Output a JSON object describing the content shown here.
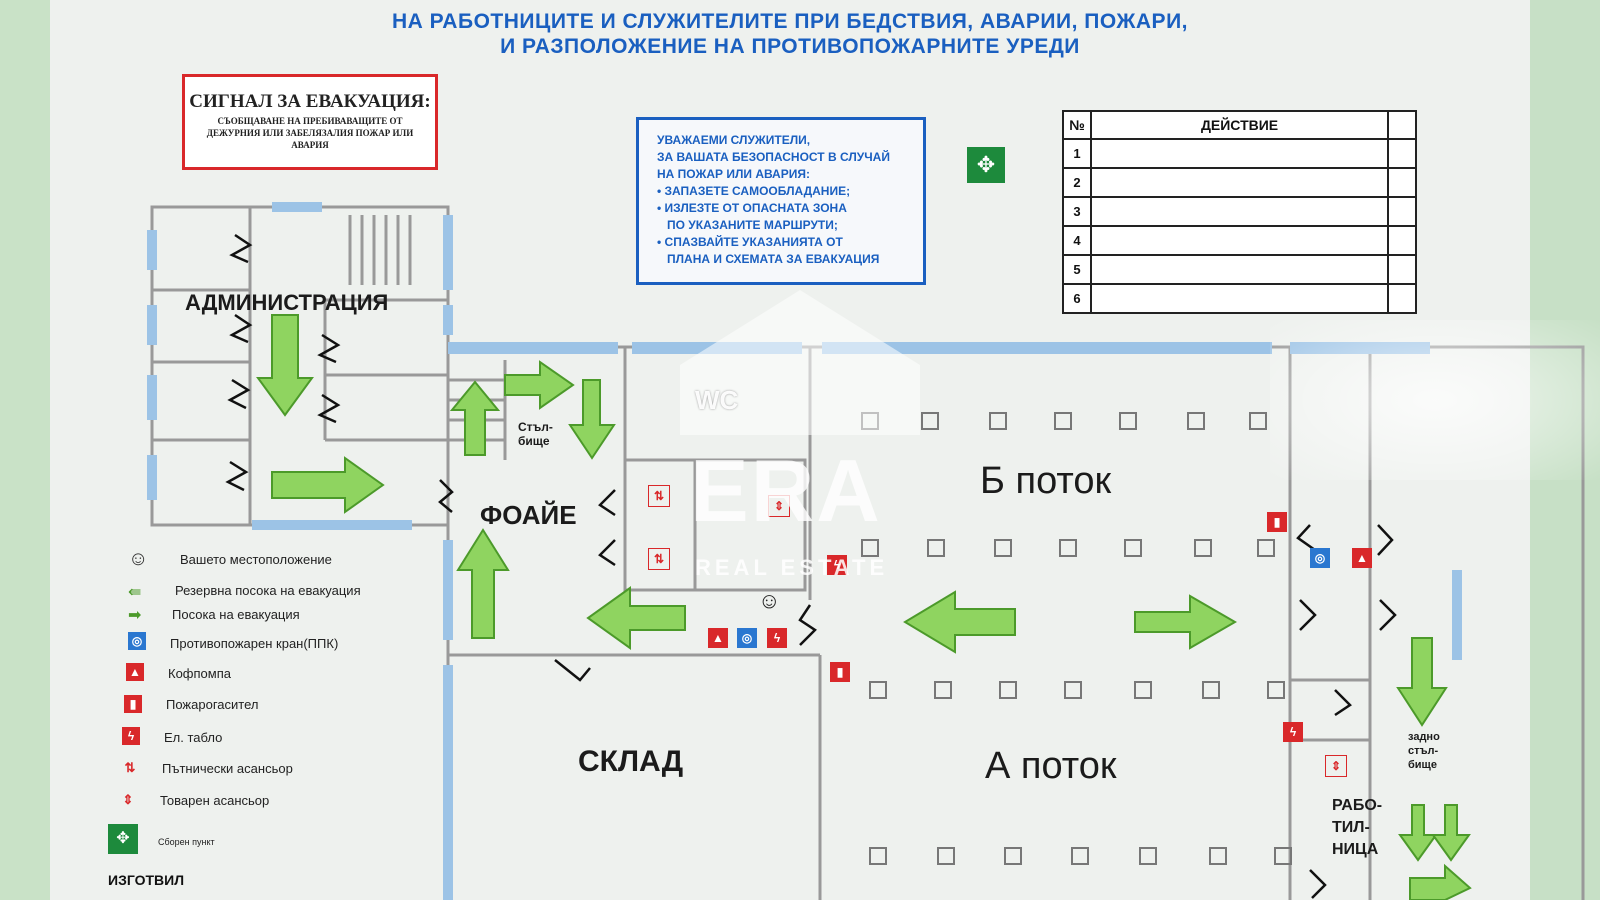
{
  "header": {
    "line1": "НА РАБОТНИЦИТЕ И СЛУЖИТЕЛИТЕ ПРИ БЕДСТВИЯ, АВАРИИ, ПОЖАРИ,",
    "line2": "И РАЗПОЛОЖЕНИЕ НА ПРОТИВОПОЖАРНИТЕ УРЕДИ"
  },
  "signal": {
    "title": "СИГНАЛ ЗА ЕВАКУАЦИЯ:",
    "subtitle": "СЪОБЩАВАНЕ НА ПРЕБИВАВАЩИТЕ ОТ ДЕЖУРНИЯ ИЛИ ЗАБЕЛЯЗАЛИЯ ПОЖАР ИЛИ АВАРИЯ"
  },
  "notice": {
    "lines": [
      "УВАЖАЕМИ СЛУЖИТЕЛИ,",
      "ЗА ВАШАТА БЕЗОПАСНОСТ В СЛУЧАЙ",
      "НА ПОЖАР ИЛИ АВАРИЯ:",
      "• ЗАПАЗЕТЕ САМООБЛАДАНИЕ;",
      "• ИЗЛЕЗТЕ ОТ ОПАСНАТА ЗОНА",
      "ПО УКАЗАНИТЕ МАРШРУТИ;",
      "• СПАЗВАЙТЕ УКАЗАНИЯТА ОТ",
      "ПЛАНА И СХЕМАТА ЗА ЕВАКУАЦИЯ"
    ]
  },
  "actions_table": {
    "col_no": "№",
    "col_action": "ДЕЙСТВИЕ",
    "rows": [
      "1",
      "2",
      "3",
      "4",
      "5",
      "6"
    ]
  },
  "rooms": {
    "admin": "АДМИНИСТРАЦИЯ",
    "stairs": "Стъл-\nбище",
    "foyer": "ФОАЙЕ",
    "flow_b": "Б поток",
    "flow_a": "А поток",
    "warehouse": "СКЛАД",
    "workshop": "РАБО-\nТИЛ-\nНИЦА",
    "back_stairs": "задно\nстъл-\nбище"
  },
  "legend": [
    {
      "icon": "smiley-icon",
      "label": "Вашето местоположение"
    },
    {
      "icon": "reserve-arrow-icon",
      "label": "Резервна посока на евакуация"
    },
    {
      "icon": "arrow-icon",
      "label": "Посока на евакуация"
    },
    {
      "icon": "fire-hydrant-icon",
      "label": "Противопожарен кран(ППК)"
    },
    {
      "icon": "fire-pump-icon",
      "label": "Кофпомпа"
    },
    {
      "icon": "extinguisher-icon",
      "label": "Пожарогасител"
    },
    {
      "icon": "electric-panel-icon",
      "label": "Ел. табло"
    },
    {
      "icon": "passenger-elevator-icon",
      "label": "Пътнически асансьор"
    },
    {
      "icon": "freight-elevator-icon",
      "label": "Товарен асансьор"
    },
    {
      "icon": "assembly-point-icon",
      "label": "Сборен пункт"
    }
  ],
  "footer": {
    "made_by": "ИЗГОТВИЛ"
  },
  "watermark": {
    "top": "WC",
    "brand": "ERA",
    "sub": "REAL ESTATE"
  },
  "colors": {
    "arrow": "#8fd460",
    "wall": "#9cc3e6",
    "accent_red": "#d9282a",
    "accent_blue": "#1a5fc0"
  }
}
